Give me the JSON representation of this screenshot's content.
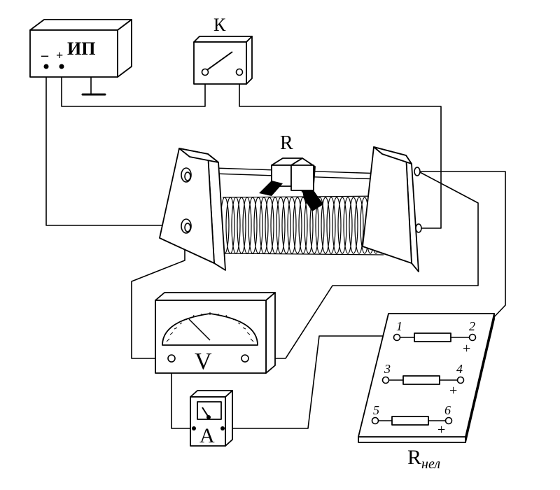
{
  "labels": {
    "power_supply": "ИП",
    "minus": "–",
    "plus": "+",
    "switch": "К",
    "rheostat": "R",
    "voltmeter": "V",
    "ammeter": "A",
    "board_main": "R",
    "board_sub": "нел",
    "terminal_1": "1",
    "terminal_2": "2",
    "terminal_3": "3",
    "terminal_4": "4",
    "terminal_5": "5",
    "terminal_6": "6",
    "plus_2": "+",
    "plus_4": "+",
    "plus_6": "+"
  }
}
